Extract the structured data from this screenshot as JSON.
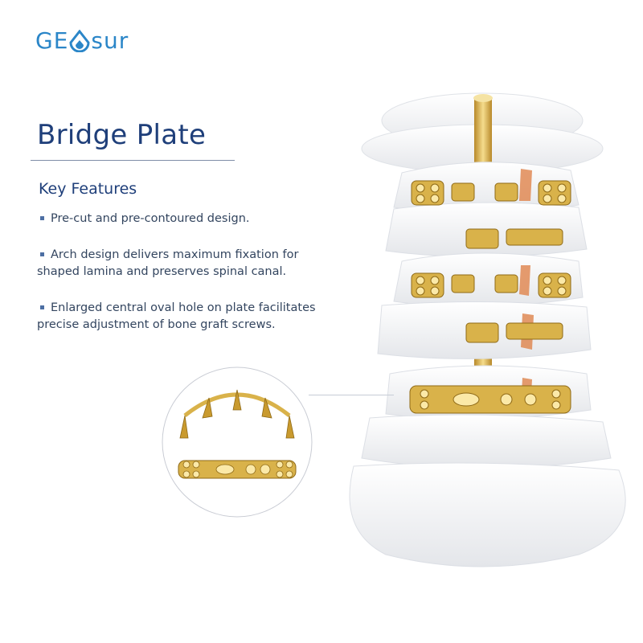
{
  "brand": {
    "logo_text_left": "GE",
    "logo_text_right": "SUR",
    "logo_color": "#2b86c8"
  },
  "title": "Bridge Plate",
  "key_features": {
    "heading": "Key Features",
    "items": [
      "Pre-cut and pre-contoured design.",
      "Arch design delivers maximum fixation for shaped lamina and preserves spinal canal.",
      "Enlarged central oval hole on plate facilitates precise adjustment of bone graft screws."
    ]
  },
  "colors": {
    "title": "#1f3f7a",
    "bone": "#f4f5f7",
    "implant_gold": "#d9b24a",
    "bullet": "#4d6fa3"
  },
  "illustration": {
    "spine_icon": "cervical-spine-illustration",
    "detail_icon": "bridge-plate-detail-illustration"
  }
}
